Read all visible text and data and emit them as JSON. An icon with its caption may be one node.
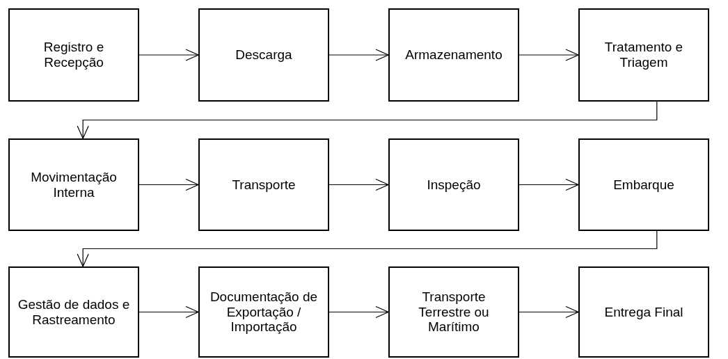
{
  "diagram": {
    "nodes": [
      {
        "text": [
          "Registro e Recepção"
        ]
      },
      {
        "text": [
          "Descarga"
        ]
      },
      {
        "text": [
          "Armazenamento"
        ]
      },
      {
        "text": [
          "Tratamento e Triagem"
        ]
      },
      {
        "text": [
          "Movimentação Interna"
        ]
      },
      {
        "text": [
          "Transporte"
        ]
      },
      {
        "text": [
          "Inspeção"
        ]
      },
      {
        "text": [
          "Embarque"
        ]
      },
      {
        "text": [
          "Gestão de dados e Rastreamento"
        ]
      },
      {
        "text": [
          "Documentação de Exportação / Importação"
        ]
      },
      {
        "text": [
          "Transporte Terrestre ou Marítimo"
        ]
      },
      {
        "text": [
          "Entrega Final"
        ]
      }
    ],
    "edges": [
      {
        "from": 0,
        "to": 1,
        "arrow": "to"
      },
      {
        "from": 1,
        "to": 2,
        "arrow": "to"
      },
      {
        "from": 2,
        "to": 3,
        "arrow": "to"
      },
      {
        "from": 3,
        "to": 4,
        "arrow": "to"
      },
      {
        "from": 4,
        "to": 5,
        "arrow": "to"
      },
      {
        "from": 5,
        "to": 6,
        "arrow": "to"
      },
      {
        "from": 6,
        "to": 7,
        "arrow": "to"
      },
      {
        "from": 7,
        "to": 8,
        "arrow": "to"
      },
      {
        "from": 8,
        "to": 9,
        "arrow": "to"
      },
      {
        "from": 9,
        "to": 10,
        "arrow": "to"
      },
      {
        "from": 10,
        "to": 11,
        "arrow": "to"
      }
    ]
  }
}
